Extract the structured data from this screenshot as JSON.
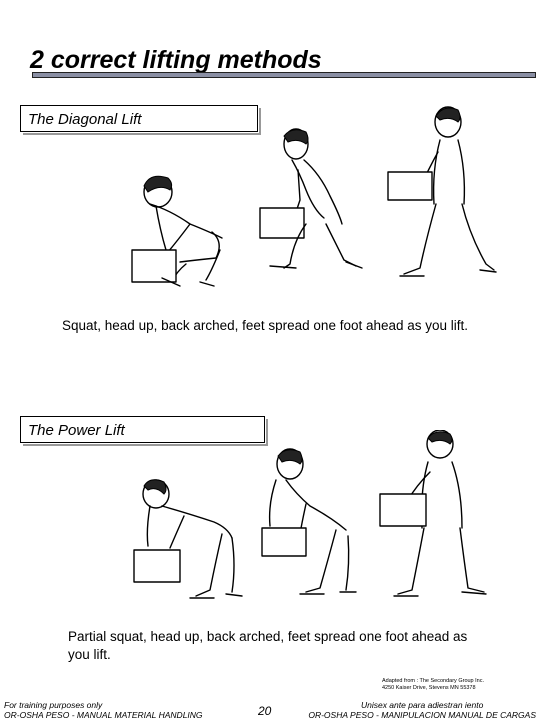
{
  "page": {
    "title": "2 correct lifting methods"
  },
  "sections": [
    {
      "heading": "The Diagonal Lift",
      "caption": "Squat, head up, back arched, feet spread one foot ahead as you lift."
    },
    {
      "heading": "The Power Lift",
      "caption": "Partial squat, head up, back arched, feet spread one foot ahead as you lift."
    }
  ],
  "footer": {
    "credit_line1": "Adapted from : The Secondary Group Inc.",
    "credit_line2": "4250 Kaiser Drive, Stevens MN 55378",
    "left_line1": "For training purposes only",
    "left_line2": "OR-OSHA PESO - MANUAL MATERIAL HANDLING",
    "page_number": "20",
    "right_line1": "Unisex ante para adiestran iento",
    "right_line2": "OR-OSHA PESO - MANIPULACION MANUAL DE CARGAS"
  }
}
